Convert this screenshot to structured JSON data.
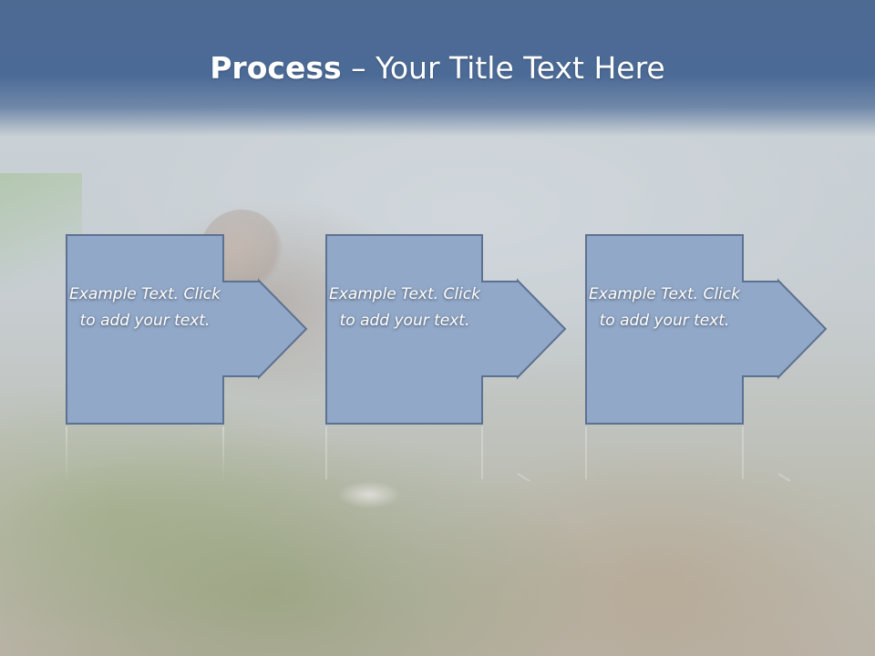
{
  "slide": {
    "title_bold": "Process",
    "title_separator": " – ",
    "title_rest": "Your Title Text Here"
  },
  "steps": [
    {
      "label": "Example Text. Click  to add your text."
    },
    {
      "label": "Example Text. Click  to add your text."
    },
    {
      "label": "Example Text. Click  to add your text."
    }
  ],
  "colors": {
    "header": "#4b6a96",
    "shape_fill": "#91a8c8",
    "shape_stroke": "#5d7191",
    "title_text": "#ffffff"
  }
}
